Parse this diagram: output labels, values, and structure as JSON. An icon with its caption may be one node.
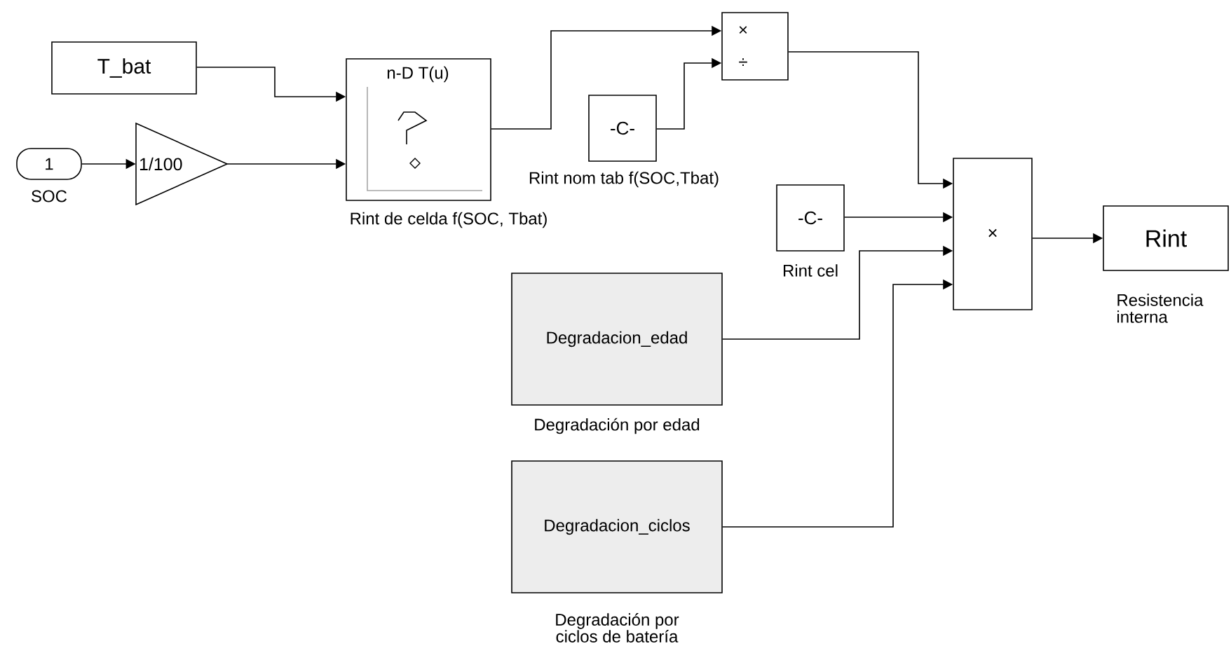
{
  "diagram": {
    "nodes": [
      {
        "text": [
          "T_bat"
        ]
      },
      {
        "text": [
          "1"
        ],
        "beside": [
          "SOC"
        ]
      },
      {
        "text": [
          "1/100"
        ]
      },
      {
        "text": [
          "n-D T(u)"
        ],
        "beside": [
          "Rint de celda f(SOC, Tbat)"
        ]
      },
      {
        "text": [
          "×",
          "÷"
        ]
      },
      {
        "text": [
          "-C-"
        ],
        "beside": [
          "Rint nom tab f(SOC,Tbat)"
        ]
      },
      {
        "text": [
          "-C-"
        ],
        "beside": [
          "Rint cel"
        ]
      },
      {
        "text": [
          "×"
        ]
      },
      {
        "text": [
          "Degradacion_edad"
        ],
        "beside": [
          "Degradación por edad"
        ]
      },
      {
        "text": [
          "Degradacion_ciclos"
        ],
        "beside": [
          "Degradación por ciclos de batería"
        ]
      },
      {
        "text": [
          "Rint"
        ],
        "beside": [
          "Resistencia interna"
        ]
      }
    ],
    "edges": [
      {
        "from": 0,
        "to": 3,
        "arrow": "to"
      },
      {
        "from": 1,
        "to": 2,
        "arrow": "to"
      },
      {
        "from": 2,
        "to": 3,
        "arrow": "to"
      },
      {
        "from": 3,
        "to": 4,
        "arrow": "to"
      },
      {
        "from": 5,
        "to": 4,
        "arrow": "to"
      },
      {
        "from": 4,
        "to": 7,
        "arrow": "to"
      },
      {
        "from": 6,
        "to": 7,
        "arrow": "to"
      },
      {
        "from": 8,
        "to": 7,
        "arrow": "to"
      },
      {
        "from": 9,
        "to": 7,
        "arrow": "to"
      },
      {
        "from": 7,
        "to": 10,
        "arrow": "to"
      }
    ]
  }
}
